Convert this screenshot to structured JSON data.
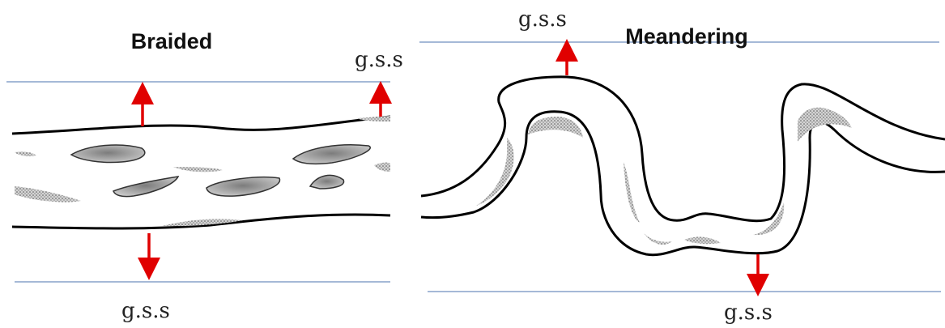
{
  "panels": {
    "braided": {
      "title": "Braided",
      "top_label": "g.s.s",
      "bottom_label": "g.s.s"
    },
    "meandering": {
      "title": "Meandering",
      "top_label": "g.s.s",
      "bottom_label": "g.s.s"
    }
  },
  "colors": {
    "arrow": "#e00000",
    "boundary_line": "#6f8fbf",
    "channel_outline": "#000000",
    "bar_fill": "#9a9a9a"
  }
}
